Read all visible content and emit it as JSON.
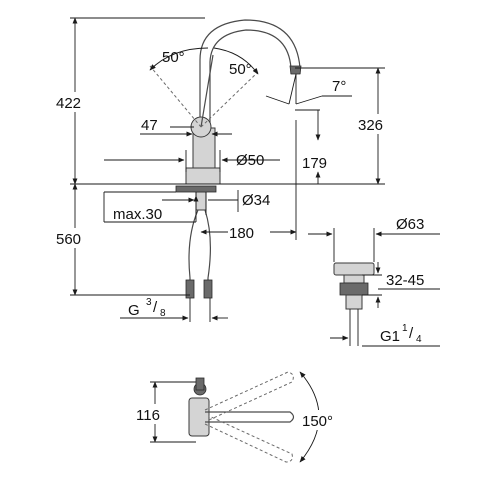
{
  "dimensions": {
    "total_height_above": "422",
    "spout_reach_height": "326",
    "outlet_height": "179",
    "lever_offset": "47",
    "lever_angle_left": "50°",
    "lever_angle_right": "50°",
    "spout_angle": "7°",
    "base_diameter": "Ø50",
    "hole_diameter": "Ø34",
    "max_thickness": "max.30",
    "spout_reach": "180",
    "hose_length": "560",
    "thread_main": "G",
    "thread_num": "3",
    "thread_den": "8",
    "waste_diameter": "Ø63",
    "waste_range": "32-45",
    "waste_thread_main": "G1",
    "waste_thread_num": "1",
    "waste_thread_den": "4",
    "top_height": "116",
    "swivel_angle": "150°"
  }
}
